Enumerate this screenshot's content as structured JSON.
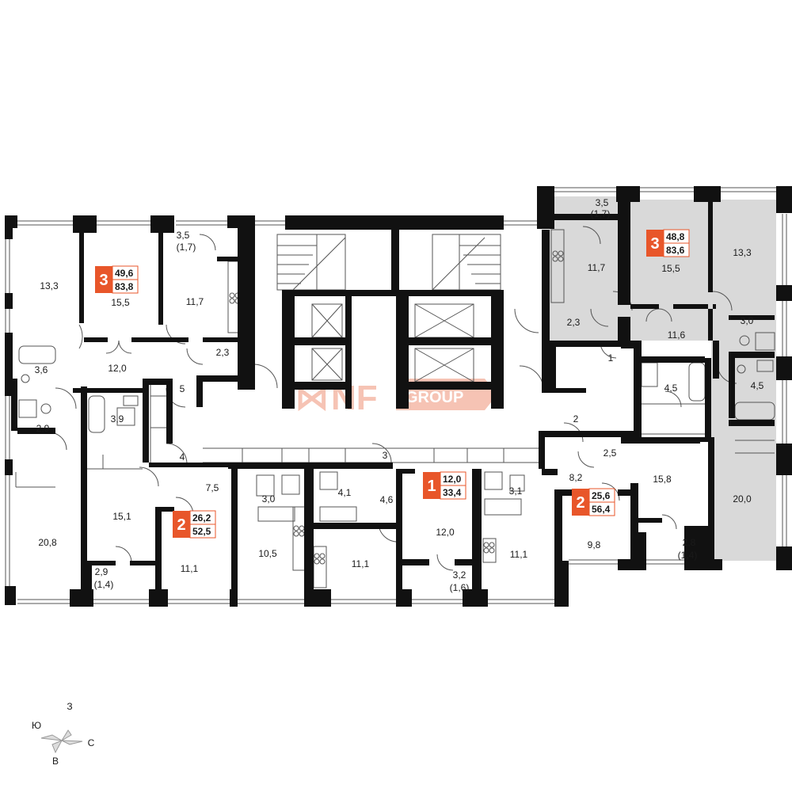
{
  "colors": {
    "wall": "#111111",
    "accent": "#e8562a",
    "highlight": "#d9d9d9",
    "thin_line": "#555555"
  },
  "watermark": {
    "text_main": "NF",
    "text_group": "GROUP"
  },
  "compass": {
    "top": "З",
    "left": "Ю",
    "right": "С",
    "bottom": "В"
  },
  "badges": [
    {
      "rooms": "3",
      "living": "49,6",
      "total": "83,8"
    },
    {
      "rooms": "3",
      "living": "48,8",
      "total": "83,6"
    },
    {
      "rooms": "2",
      "living": "26,2",
      "total": "52,5"
    },
    {
      "rooms": "1",
      "living": "12,0",
      "total": "33,4"
    },
    {
      "rooms": "2",
      "living": "25,6",
      "total": "56,4"
    }
  ],
  "rooms": [
    "13,3",
    "15,5",
    "3,5",
    "(1,7)",
    "11,7",
    "2,3",
    "12,0",
    "3,6",
    "2,9",
    "3,9",
    "5",
    "4",
    "7,5",
    "15,1",
    "20,8",
    "2,9",
    "(1,4)",
    "11,1",
    "3,0",
    "10,5",
    "4,1",
    "4,6",
    "3",
    "11,1",
    "12,0",
    "3,2",
    "(1,6)",
    "3,1",
    "11,1",
    "3,5",
    "(1,7)",
    "11,7",
    "15,5",
    "13,3",
    "2,3",
    "11,6",
    "3,0",
    "1",
    "4,5",
    "4,5",
    "2",
    "2,5",
    "8,2",
    "15,8",
    "9,8",
    "2,8",
    "(1,4)",
    "20,0"
  ]
}
